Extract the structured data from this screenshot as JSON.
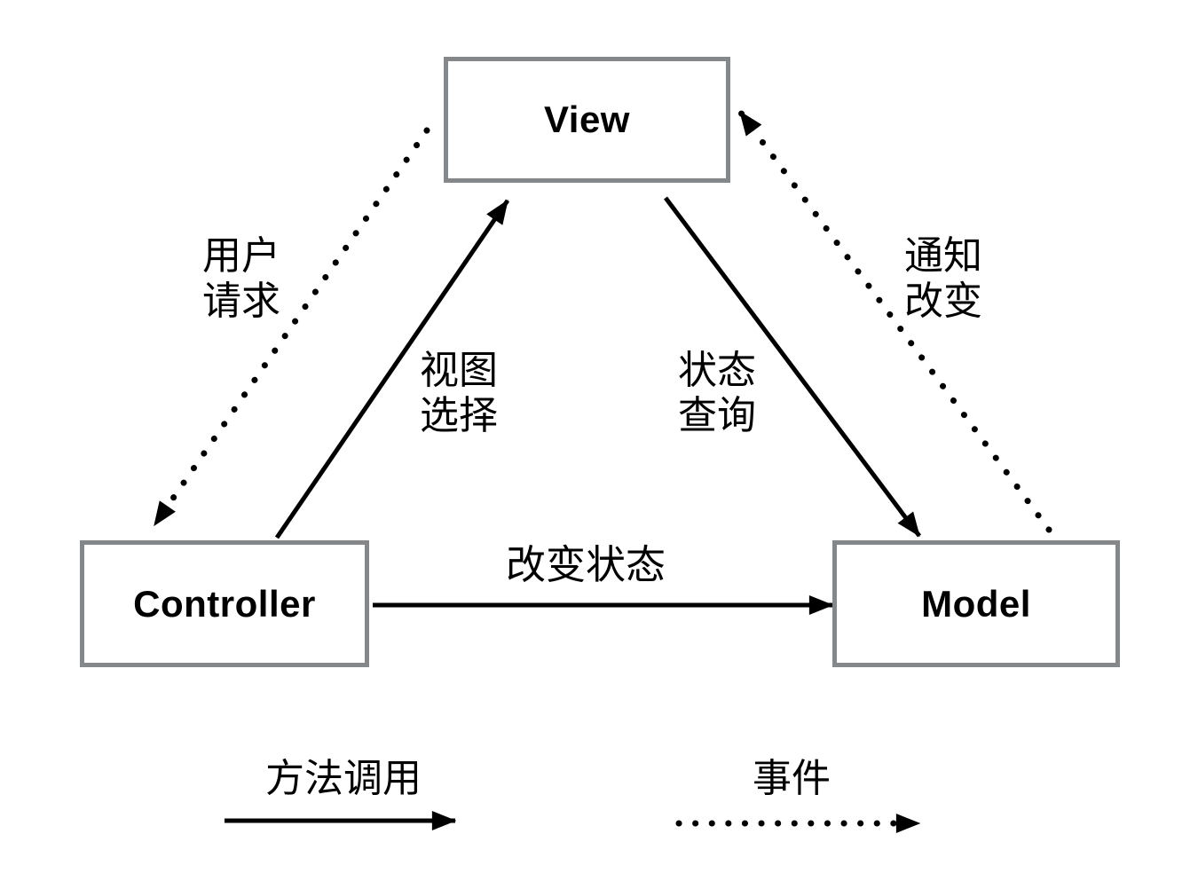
{
  "nodes": {
    "view": "View",
    "controller": "Controller",
    "model": "Model"
  },
  "edge_labels": {
    "user_request": {
      "line1": "用户",
      "line2": "请求"
    },
    "notify_change": {
      "line1": "通知",
      "line2": "改变"
    },
    "view_selection": {
      "line1": "视图",
      "line2": "选择"
    },
    "state_query": {
      "line1": "状态",
      "line2": "查询"
    },
    "change_state": "改变状态"
  },
  "legend": {
    "method_call": "方法调用",
    "event": "事件"
  },
  "colors": {
    "box_border": "#85888b",
    "line": "#000000",
    "text": "#000000",
    "background": "#ffffff"
  }
}
